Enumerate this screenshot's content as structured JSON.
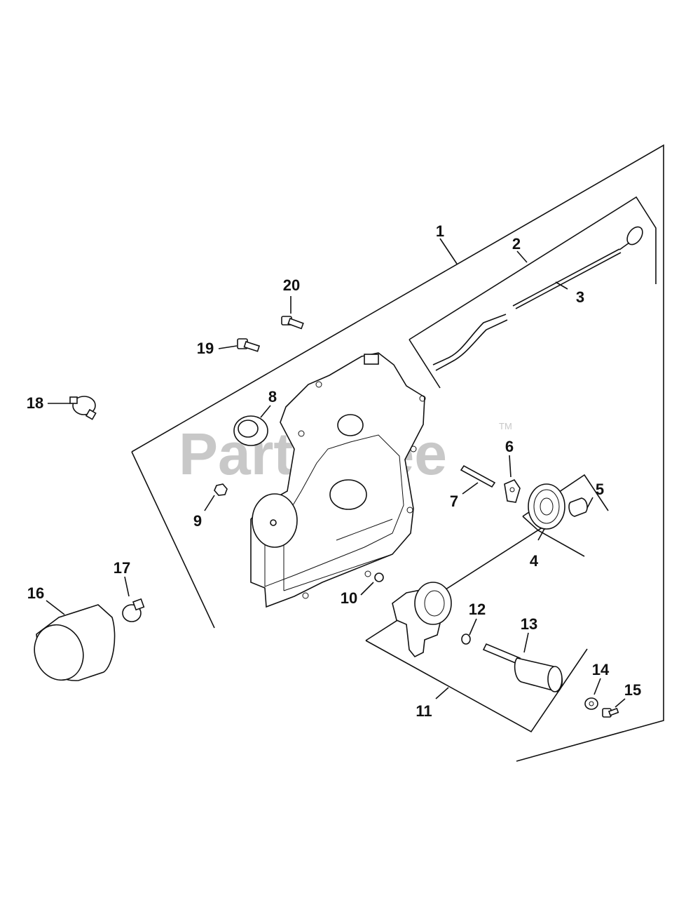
{
  "watermark": {
    "text": "PartsTree",
    "trademark": "TM"
  },
  "callouts": [
    {
      "id": "1",
      "label": "1"
    },
    {
      "id": "2",
      "label": "2"
    },
    {
      "id": "3",
      "label": "3"
    },
    {
      "id": "4",
      "label": "4"
    },
    {
      "id": "5",
      "label": "5"
    },
    {
      "id": "6",
      "label": "6"
    },
    {
      "id": "7",
      "label": "7"
    },
    {
      "id": "8",
      "label": "8"
    },
    {
      "id": "9",
      "label": "9"
    },
    {
      "id": "10",
      "label": "10"
    },
    {
      "id": "11",
      "label": "11"
    },
    {
      "id": "12",
      "label": "12"
    },
    {
      "id": "13",
      "label": "13"
    },
    {
      "id": "14",
      "label": "14"
    },
    {
      "id": "15",
      "label": "15"
    },
    {
      "id": "16",
      "label": "16"
    },
    {
      "id": "17",
      "label": "17"
    },
    {
      "id": "18",
      "label": "18"
    },
    {
      "id": "19",
      "label": "19"
    },
    {
      "id": "20",
      "label": "20"
    }
  ]
}
